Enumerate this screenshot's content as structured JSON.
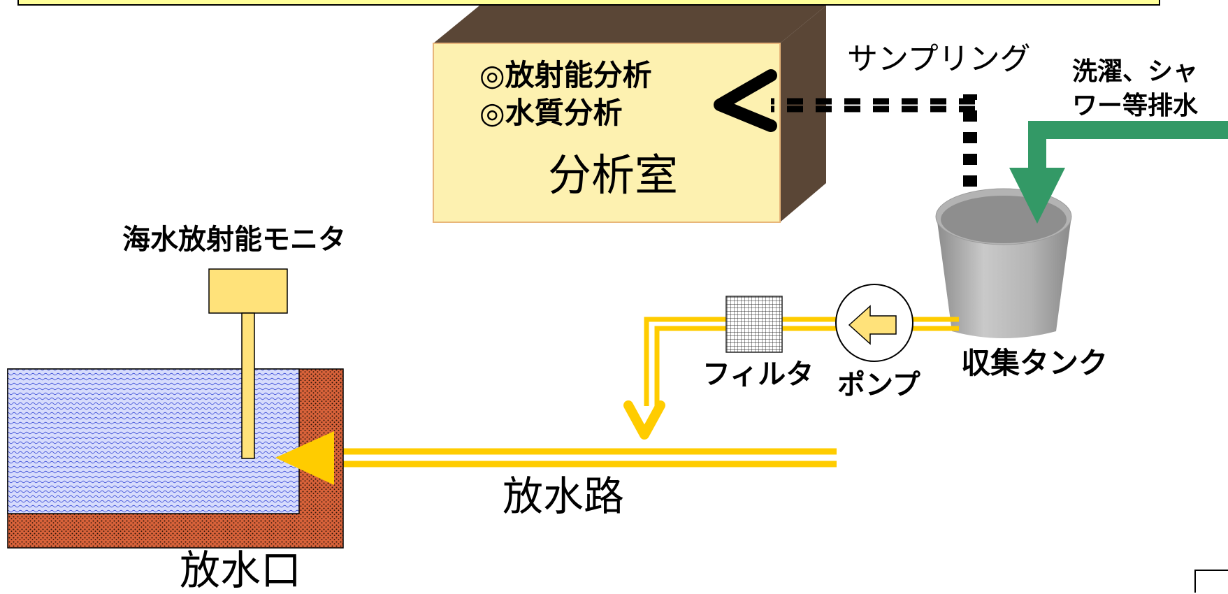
{
  "lab": {
    "line1": "◎放射能分析",
    "line2": "◎水質分析",
    "name": "分析室"
  },
  "sampling_label": "サンプリング",
  "drain_label": {
    "line1": "洗濯、シャ",
    "line2": "ワー等排水"
  },
  "monitor_label": "海水放射能モニタ",
  "filter_label": "フィルタ",
  "pump_label": "ポンプ",
  "tank_label": "収集タンク",
  "channel_label": "放水路",
  "outlet_label": "放水口",
  "colors": {
    "lab_front": "#fdf1b0",
    "lab_side": "#5a4636",
    "pipe": "#ffcc00",
    "drain": "#339966",
    "water": "#c9cffb",
    "wall": "#d8623a",
    "tank": "#a8a8a8",
    "monitor": "#ffe27a"
  }
}
